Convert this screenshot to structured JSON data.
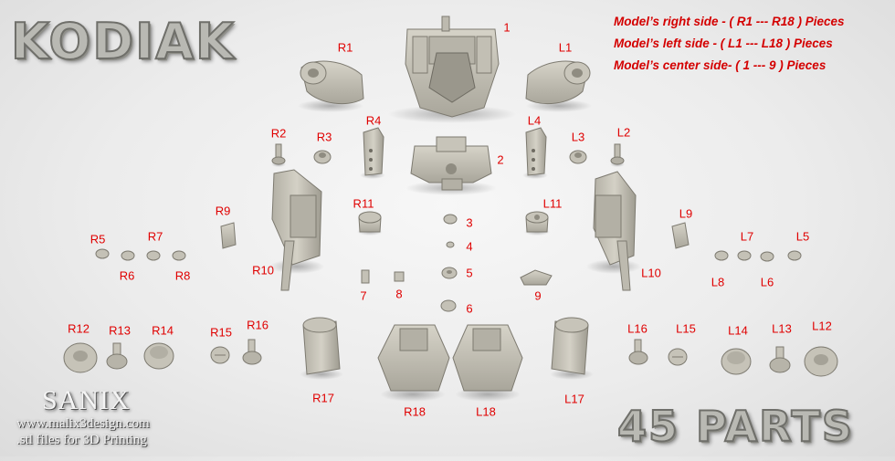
{
  "title_logo": "KODIAK",
  "parts_logo": "45 PARTS",
  "legend": [
    "Model’s right side - ( R1 --- R18 ) Pieces",
    "Model’s left side - ( L1 --- L18 ) Pieces",
    "Model’s center side- ( 1 --- 9 ) Pieces"
  ],
  "labels": {
    "c1": "1",
    "c2": "2",
    "c3": "3",
    "c4": "4",
    "c5": "5",
    "c6": "6",
    "c7": "7",
    "c8": "8",
    "c9": "9",
    "R1": "R1",
    "R2": "R2",
    "R3": "R3",
    "R4": "R4",
    "R5": "R5",
    "R6": "R6",
    "R7": "R7",
    "R8": "R8",
    "R9": "R9",
    "R10": "R10",
    "R11": "R11",
    "R12": "R12",
    "R13": "R13",
    "R14": "R14",
    "R15": "R15",
    "R16": "R16",
    "R17": "R17",
    "R18": "R18",
    "L1": "L1",
    "L2": "L2",
    "L3": "L3",
    "L4": "L4",
    "L5": "L5",
    "L6": "L6",
    "L7": "L7",
    "L8": "L8",
    "L9": "L9",
    "L10": "L10",
    "L11": "L11",
    "L12": "L12",
    "L13": "L13",
    "L14": "L14",
    "L15": "L15",
    "L16": "L16",
    "L17": "L17",
    "L18": "L18"
  },
  "credits": {
    "author": "SANIX",
    "website": "www.malix3design.com",
    "note": ".stl files for 3D Printing"
  },
  "colors": {
    "label": "#e00000",
    "part": "#c9c6bb",
    "part_shade": "#a8a59a",
    "part_dark": "#7d7a70"
  }
}
